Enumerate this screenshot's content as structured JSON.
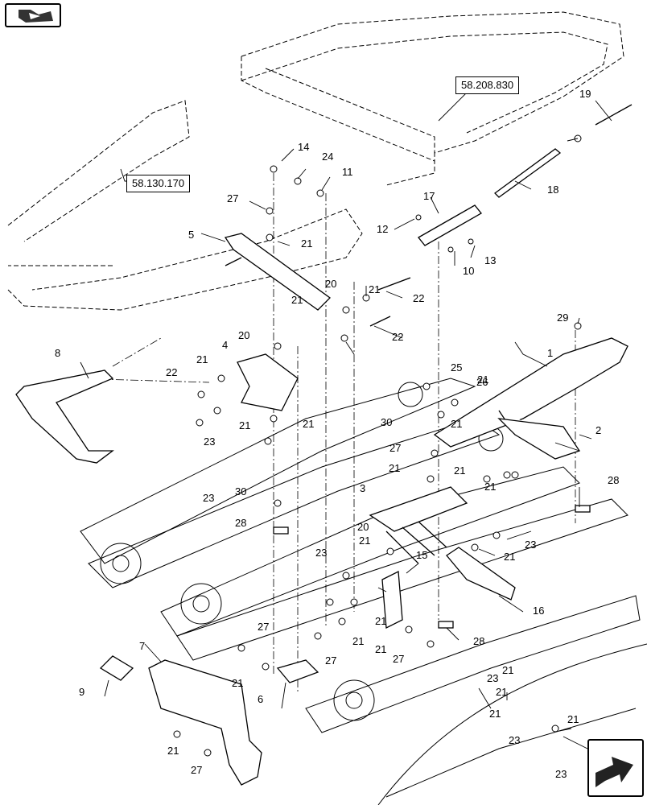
{
  "references": [
    {
      "id": "ref-58-208-830",
      "text": "58.208.830"
    },
    {
      "id": "ref-58-130-170",
      "text": "58.130.170"
    }
  ],
  "callouts": [
    "1",
    "2",
    "3",
    "4",
    "5",
    "6",
    "7",
    "8",
    "9",
    "10",
    "11",
    "12",
    "13",
    "14",
    "15",
    "16",
    "17",
    "18",
    "19",
    "20",
    "20",
    "20",
    "21",
    "21",
    "21",
    "21",
    "21",
    "21",
    "21",
    "21",
    "21",
    "21",
    "21",
    "21",
    "21",
    "21",
    "21",
    "21",
    "21",
    "21",
    "21",
    "21",
    "21",
    "21",
    "22",
    "22",
    "22",
    "23",
    "23",
    "23",
    "23",
    "23",
    "23",
    "23",
    "24",
    "25",
    "26",
    "27",
    "27",
    "27",
    "27",
    "27",
    "27",
    "28",
    "28",
    "28",
    "29",
    "30",
    "30"
  ],
  "navigation": {
    "top_icon": "back-arrow-icon",
    "bottom_icon": "forward-arrow-icon"
  },
  "colors": {
    "line": "#000000",
    "background": "#ffffff"
  }
}
